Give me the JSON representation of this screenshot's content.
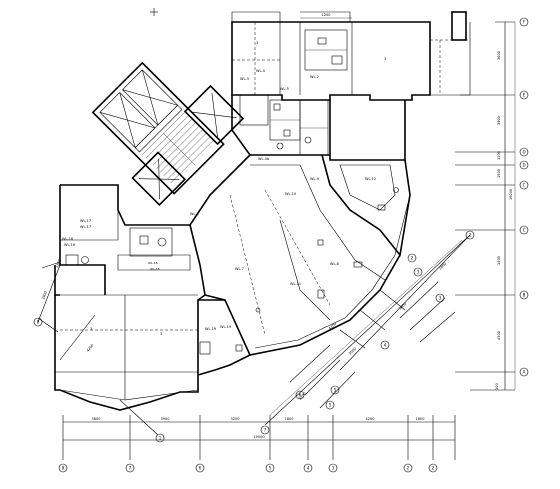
{
  "labels": {
    "top_dim": "1200",
    "right_dim_1": "3600",
    "right_dim_2": "3900",
    "right_dim_3": "1200",
    "right_dim_4": "1500",
    "right_dim_5": "1400",
    "right_dim_6": "4500",
    "bottom_dim_1": "3600",
    "bottom_dim_2": "3900",
    "bottom_dim_3": "3200",
    "bottom_dim_4": "1800",
    "bottom_dim_5": "4200",
    "bottom_dim_6": "1800",
    "bottom_total": "19000",
    "room_a": "WL-4b",
    "room_b": "WL-17",
    "room_c": "WL-16",
    "room_d": "WL-18",
    "room_e": "WL-19",
    "room_f": "WL-9",
    "room_g": "WL-11",
    "room_h": "WL-8",
    "room_i": "WL-4",
    "room_j": "WL-5"
  },
  "axis_bubbles": [
    "A",
    "B",
    "C",
    "D",
    "E",
    "F",
    "1",
    "2",
    "3",
    "4",
    "5",
    "6",
    "7"
  ]
}
